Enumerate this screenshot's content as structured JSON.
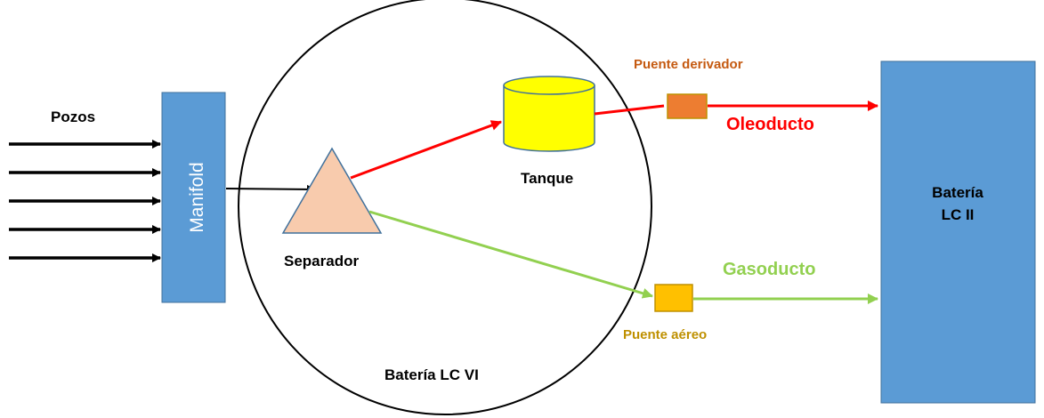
{
  "labels": {
    "pozos": "Pozos",
    "manifold": "Manifold",
    "separador": "Separador",
    "tanque": "Tanque",
    "bateria_vi": "Batería LC VI",
    "puente_derivador": "Puente derivador",
    "oleoducto": "Oleoducto",
    "gasoducto": "Gasoducto",
    "puente_aereo": "Puente aéreo",
    "bateria_ii_line1": "Batería",
    "bateria_ii_line2": "LC II"
  },
  "colors": {
    "blue_box": "#5b9bd5",
    "blue_border": "#41719c",
    "separator_fill": "#f8cbad",
    "tank_fill": "#ffff00",
    "derivador_fill": "#ed7d31",
    "aereo_fill": "#ffc000",
    "oil_line": "#ff0000",
    "gas_line": "#92d050",
    "orange_text": "#c55a11",
    "gold_text": "#bf9000"
  }
}
